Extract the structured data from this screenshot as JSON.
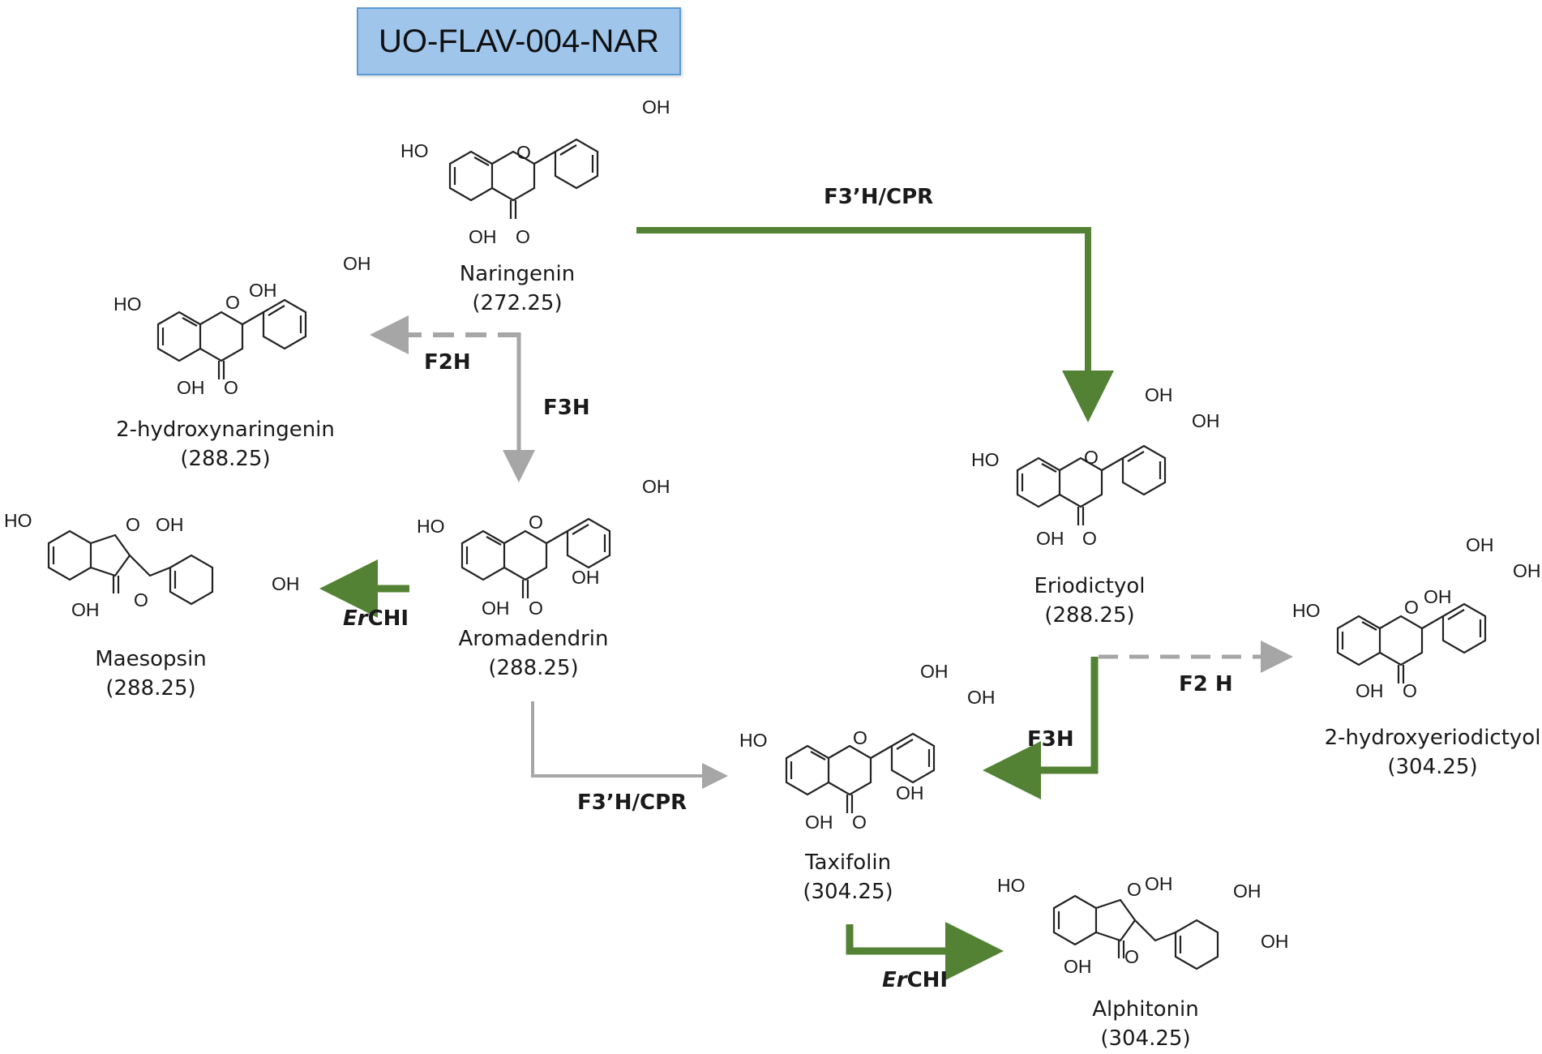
{
  "title": "UO-FLAV-004-NAR",
  "colors": {
    "active_path": "#548235",
    "inactive_path": "#a6a6a6",
    "title_fill": "#9fc5eb",
    "title_border": "#5b9bd5"
  },
  "compounds": [
    {
      "id": "naringenin",
      "name": "Naringenin",
      "mass": "(272.25)"
    },
    {
      "id": "hydroxynaringenin",
      "name": "2-hydroxynaringenin",
      "mass": "(288.25)"
    },
    {
      "id": "aromadendrin",
      "name": "Aromadendrin",
      "mass": "(288.25)"
    },
    {
      "id": "maesopsin",
      "name": "Maesopsin",
      "mass": "(288.25)"
    },
    {
      "id": "eriodictyol",
      "name": "Eriodictyol",
      "mass": "(288.25)"
    },
    {
      "id": "hydroxyeriodictyol",
      "name": "2-hydroxyeriodictyol",
      "mass": "(304.25)"
    },
    {
      "id": "taxifolin",
      "name": "Taxifolin",
      "mass": "(304.25)"
    },
    {
      "id": "alphitonin",
      "name": "Alphitonin",
      "mass": "(304.25)"
    }
  ],
  "enzymes": {
    "f3h_cpr_top": "F3’H/CPR",
    "f2h_left": "F2H",
    "f3h_left": "F3H",
    "erchi_left_italic": "Er",
    "erchi_left_rest": "CHI",
    "f3h_cpr_bottom": "F3’H/CPR",
    "f3h_right": "F3H",
    "f2h_right": "F2 H",
    "erchi_bottom_italic": "Er",
    "erchi_bottom_rest": "CHI"
  },
  "atoms": {
    "ho": "HO",
    "oh": "OH",
    "o": "O"
  }
}
